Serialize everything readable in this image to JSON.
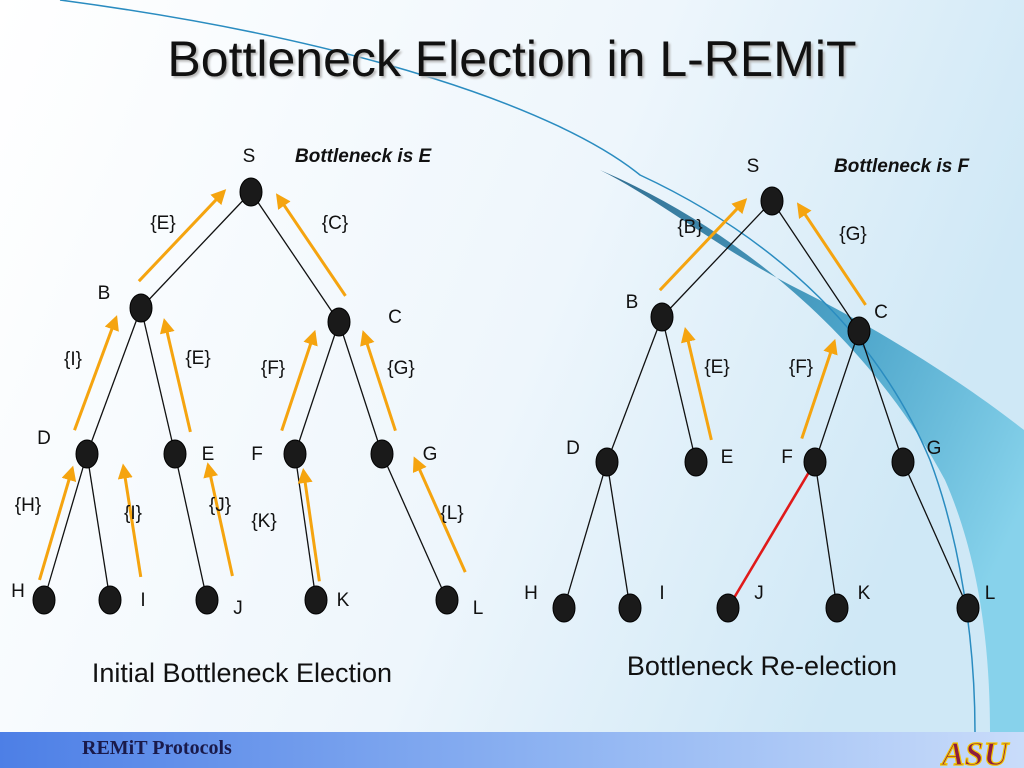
{
  "title": "Bottleneck Election in L-REMiT",
  "footer": "REMiT Protocols",
  "logo": "ASU",
  "colors": {
    "arrow": "#f5a40f",
    "red_edge": "#e01a1a",
    "node_fill": "#1a1a1a",
    "curve_band": "#2d7fa3",
    "footer": "#4d7fe6"
  },
  "diagrams": [
    {
      "note": "Bottleneck is E",
      "caption": "Initial Bottleneck Election",
      "nodes": [
        "S",
        "B",
        "C",
        "D",
        "E",
        "F",
        "G",
        "H",
        "I",
        "J",
        "K",
        "L"
      ],
      "edges": [
        [
          "S",
          "B"
        ],
        [
          "S",
          "C"
        ],
        [
          "B",
          "D"
        ],
        [
          "B",
          "E"
        ],
        [
          "C",
          "F"
        ],
        [
          "C",
          "G"
        ],
        [
          "D",
          "H"
        ],
        [
          "D",
          "I"
        ],
        [
          "E",
          "J"
        ],
        [
          "F",
          "K"
        ],
        [
          "G",
          "L"
        ]
      ],
      "arrows": [
        {
          "from": "B",
          "to": "S",
          "label": "{E}"
        },
        {
          "from": "C",
          "to": "S",
          "label": "{C}"
        },
        {
          "from": "D",
          "to": "B",
          "label": "{I}"
        },
        {
          "from": "E",
          "to": "B",
          "label": "{E}"
        },
        {
          "from": "F",
          "to": "C",
          "label": "{F}"
        },
        {
          "from": "G",
          "to": "C",
          "label": "{G}"
        },
        {
          "from": "H",
          "to": "D",
          "label": "{H}"
        },
        {
          "from": "I",
          "to": "D",
          "label": "{I}"
        },
        {
          "from": "J",
          "to": "E",
          "label": "{J}"
        },
        {
          "from": "K",
          "to": "F",
          "label": "{K}"
        },
        {
          "from": "L",
          "to": "G",
          "label": "{L}"
        }
      ],
      "highlight_edges": []
    },
    {
      "note": "Bottleneck is F",
      "caption": "Bottleneck Re-election",
      "nodes": [
        "S",
        "B",
        "C",
        "D",
        "E",
        "F",
        "G",
        "H",
        "I",
        "J",
        "K",
        "L"
      ],
      "edges": [
        [
          "S",
          "B"
        ],
        [
          "S",
          "C"
        ],
        [
          "B",
          "D"
        ],
        [
          "B",
          "E"
        ],
        [
          "C",
          "F"
        ],
        [
          "C",
          "G"
        ],
        [
          "D",
          "H"
        ],
        [
          "D",
          "I"
        ],
        [
          "F",
          "K"
        ],
        [
          "G",
          "L"
        ]
      ],
      "arrows": [
        {
          "from": "B",
          "to": "S",
          "label": "{B}"
        },
        {
          "from": "C",
          "to": "S",
          "label": "{G}"
        },
        {
          "from": "E",
          "to": "B",
          "label": "{E}"
        },
        {
          "from": "F",
          "to": "C",
          "label": "{F}"
        }
      ],
      "highlight_edges": [
        [
          "F",
          "J"
        ]
      ]
    }
  ]
}
